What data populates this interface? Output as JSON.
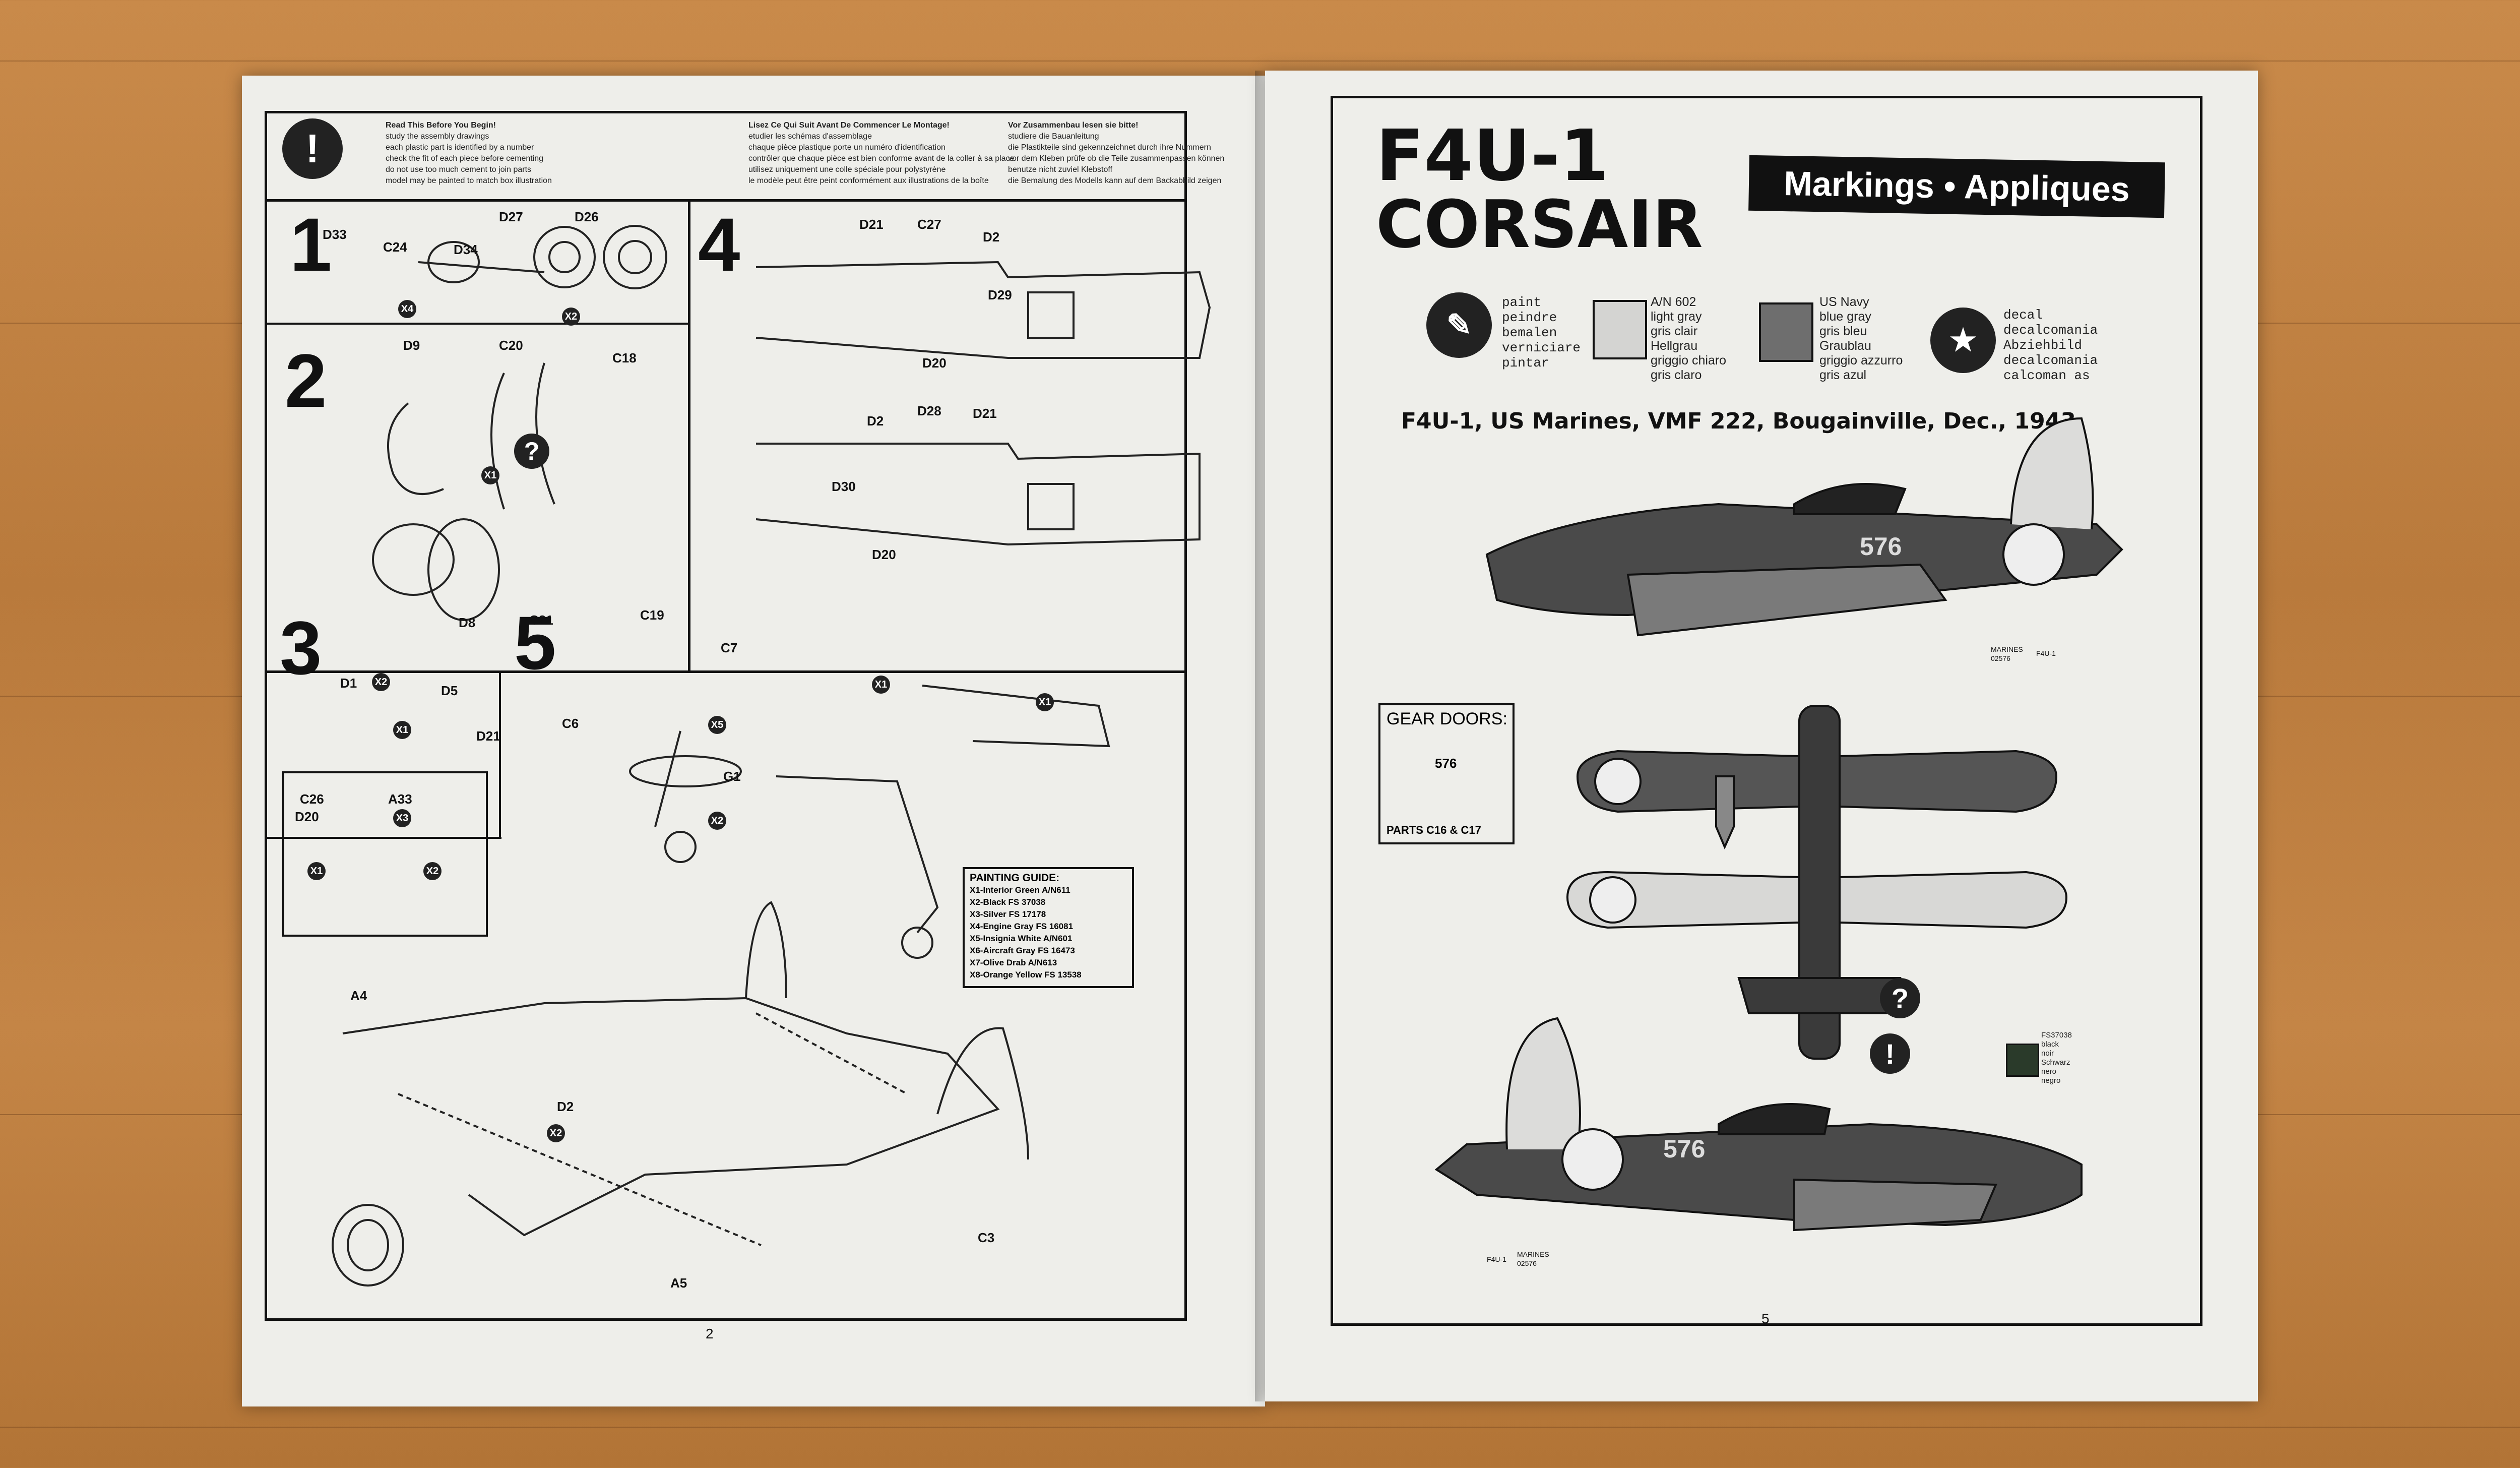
{
  "left_page": {
    "header": {
      "col1": [
        "Read This Before You Begin!",
        "study the assembly drawings",
        "each plastic part is identified by a number",
        "check the fit of each piece before cementing",
        "do not use too much cement to join parts",
        "model may be painted to match box illustration"
      ],
      "col2": [
        "Lisez Ce Qui Suit Avant De Commencer Le Montage!",
        "etudier les schémas d'assemblage",
        "chaque pièce plastique porte un numéro d'identification",
        "contrôler que chaque pièce est bien conforme avant de la coller à sa place",
        "utilisez uniquement une colle spéciale pour polystyrène",
        "le modèle peut être peint conformément aux illustrations de la boîte"
      ],
      "col3": [
        "Vor Zusammenbau lesen sie bitte!",
        "studiere die Bauanleitung",
        "die Plastikteile sind gekennzeichnet durch ihre Nummern",
        "vor dem Kleben prüfe ob die Teile zusammenpassen können",
        "benutze nicht zuviel Klebstoff",
        "die Bemalung des Modells kann auf dem Backabbild zeigen"
      ]
    },
    "steps": [
      "1",
      "2",
      "3",
      "4",
      "5"
    ],
    "labels": {
      "s1": [
        "D33",
        "C24",
        "D34",
        "D27",
        "D26"
      ],
      "s2": [
        "D9",
        "C20",
        "C18",
        "D8",
        "C21",
        "C19"
      ],
      "s3": [
        "D1",
        "D5",
        "D21",
        "D20"
      ],
      "s4": [
        "D21",
        "C27",
        "D2",
        "D29",
        "D20",
        "D2",
        "D28",
        "D21",
        "D30",
        "D20"
      ],
      "s5": [
        "C7",
        "C6",
        "G1"
      ],
      "sub": [
        "C26",
        "A33"
      ],
      "final": [
        "A4",
        "D2",
        "A5",
        "C3"
      ]
    },
    "xbadges": [
      "X4",
      "X2",
      "X1",
      "X2",
      "X1",
      "X3",
      "X5",
      "X2",
      "X1",
      "X1",
      "X1",
      "X2",
      "X2"
    ],
    "painting_guide": {
      "title": "PAINTING GUIDE:",
      "items": [
        "X1-Interior Green A/N611",
        "X2-Black FS 37038",
        "X3-Silver FS 17178",
        "X4-Engine Gray FS 16081",
        "X5-Insignia White A/N601",
        "X6-Aircraft Gray FS 16473",
        "X7-Olive Drab A/N613",
        "X8-Orange Yellow FS 13538"
      ]
    },
    "page_number": "2"
  },
  "right_page": {
    "title_line1": "F4U-1",
    "title_line2": "CORSAIR",
    "banner": "Markings • Appliques",
    "legend": {
      "paint": [
        "paint",
        "peindre",
        "bemalen",
        "verniciare",
        "pintar"
      ],
      "light_gray": [
        "A/N 602",
        "light gray",
        "gris clair",
        "Hellgrau",
        "griggio chiaro",
        "gris claro"
      ],
      "blue_gray": [
        "US Navy",
        "blue gray",
        "gris bleu",
        "Graublau",
        "griggio azzurro",
        "gris azul"
      ],
      "decal": [
        "decal",
        "decalcomania",
        "Abziehbild",
        "decalcomania",
        "calcoman as"
      ]
    },
    "subtitle": "F4U-1, US Marines, VMF 222, Bougainville, Dec., 1943",
    "aircraft_number": "576",
    "small_marks": [
      "MARINES",
      "02576",
      "F4U-1",
      "F4U-1",
      "MARINES",
      "02576"
    ],
    "gear_doors": {
      "title": "GEAR DOORS:",
      "number": "576",
      "parts": "PARTS C16 & C17"
    },
    "black_ref": [
      "FS37038",
      "black",
      "noir",
      "Schwarz",
      "nero",
      "negro"
    ],
    "page_number": "5"
  },
  "colors": {
    "wood": "#c48546",
    "paper": "#eeeeea",
    "ink": "#111111",
    "light_gray": "#c8c8c8",
    "blue_gray": "#6e6e6e",
    "dark_blue_gray": "#3a3a3a"
  }
}
